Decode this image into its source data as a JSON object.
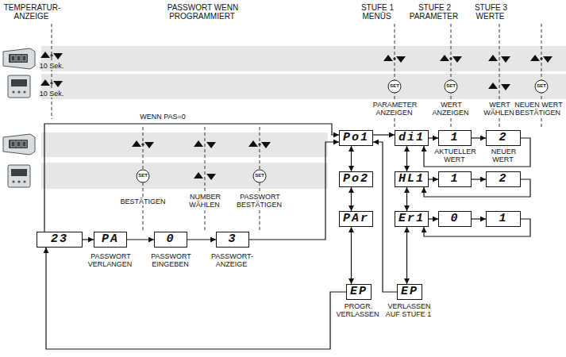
{
  "diagram": {
    "nodes": [
      {
        "text": [
          "23"
        ]
      },
      {
        "text": [
          "PA"
        ]
      },
      {
        "text": [
          "0"
        ]
      },
      {
        "text": [
          "3"
        ]
      },
      {
        "text": [
          "Po1"
        ]
      },
      {
        "text": [
          "Po2"
        ]
      },
      {
        "text": [
          "PAr"
        ]
      },
      {
        "text": [
          "EP"
        ]
      },
      {
        "text": [
          "di1"
        ]
      },
      {
        "text": [
          "1"
        ]
      },
      {
        "text": [
          "2"
        ]
      },
      {
        "text": [
          "HL1"
        ]
      },
      {
        "text": [
          "1"
        ]
      },
      {
        "text": [
          "2"
        ]
      },
      {
        "text": [
          "Er1"
        ]
      },
      {
        "text": [
          "0"
        ]
      },
      {
        "text": [
          "1"
        ]
      },
      {
        "text": [
          "EP"
        ]
      }
    ],
    "edges": [
      {
        "from": 0,
        "to": 1,
        "arrow": "to"
      },
      {
        "from": 1,
        "to": 2,
        "arrow": "to"
      },
      {
        "from": 2,
        "to": 3,
        "arrow": "to"
      },
      {
        "from": 3,
        "to": 4,
        "arrow": "to"
      },
      {
        "from": 0,
        "to": 4,
        "label": "WENN PAS=0",
        "arrow": "to"
      },
      {
        "from": 4,
        "to": 5,
        "arrow": "both"
      },
      {
        "from": 5,
        "to": 6,
        "arrow": "both"
      },
      {
        "from": 6,
        "to": 7,
        "arrow": "both"
      },
      {
        "from": 4,
        "to": 8,
        "arrow": "to"
      },
      {
        "from": 8,
        "to": 9,
        "arrow": "to"
      },
      {
        "from": 9,
        "to": 10,
        "arrow": "to"
      },
      {
        "from": 10,
        "to": 8,
        "arrow": "to"
      },
      {
        "from": 8,
        "to": 11,
        "arrow": "both"
      },
      {
        "from": 11,
        "to": 12,
        "arrow": "to"
      },
      {
        "from": 12,
        "to": 13,
        "arrow": "to"
      },
      {
        "from": 13,
        "to": 11,
        "arrow": "to"
      },
      {
        "from": 11,
        "to": 14,
        "arrow": "both"
      },
      {
        "from": 14,
        "to": 15,
        "arrow": "to"
      },
      {
        "from": 15,
        "to": 16,
        "arrow": "to"
      },
      {
        "from": 16,
        "to": 14,
        "arrow": "to"
      },
      {
        "from": 14,
        "to": 17,
        "arrow": "both"
      },
      {
        "from": 7,
        "to": 0,
        "arrow": "to"
      },
      {
        "from": 17,
        "to": 4,
        "arrow": "to"
      }
    ],
    "labels": [
      "TEMPERATUR-ANZEIGE",
      "PASSWORT WENN PROGRAMMIERT",
      "STUFE 1 MENÜS",
      "STUFE 2 PARAMETER",
      "STUFE 3 WERTE",
      "10 Sek.",
      "10 Sek.",
      "SET",
      "SET",
      "SET",
      "PARAMETER ANZEIGEN",
      "WERT ANZEIGEN",
      "WERT WÄHLEN",
      "NEUEN WERT BESTÄTIGEN",
      "SET",
      "SET",
      "BESTÄTIGEN",
      "NUMBER WÄHLEN",
      "PASSWORT BESTÄTIGEN",
      "PASSWORT VERLANGEN",
      "PASSWORT EINGEBEN",
      "PASSWORT-ANZEIGE",
      "AKTUELLER WERT",
      "NEUER WERT",
      "PROGR. VERLASSEN",
      "VERLASSEN AUF STUFE 1"
    ]
  }
}
